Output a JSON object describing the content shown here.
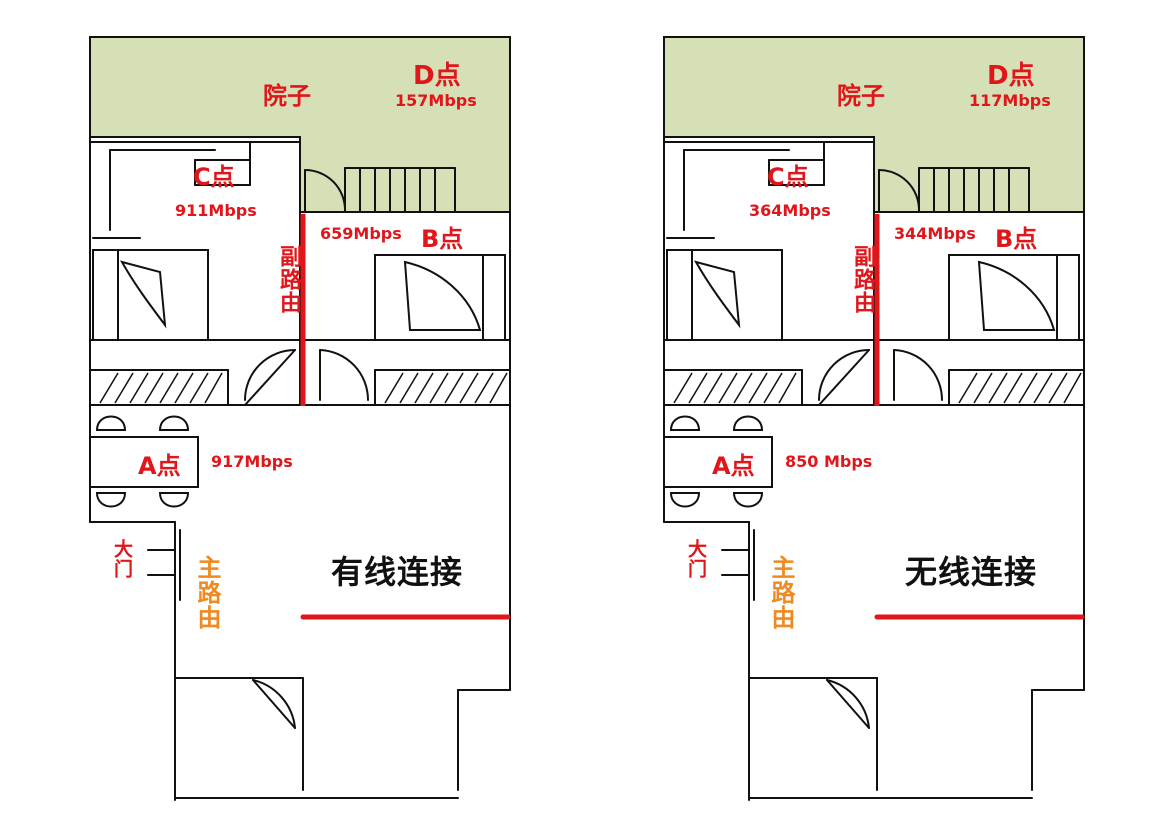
{
  "plans": [
    {
      "yard": "院子",
      "point_d": "D点",
      "speed_d": "157Mbps",
      "point_c": "C点",
      "speed_c": "911Mbps",
      "point_b": "B点",
      "speed_b": "659Mbps",
      "point_a": "A点",
      "speed_a": "917Mbps",
      "sub_router": "副路由",
      "main_router": "主路由",
      "gate": "大门",
      "title": "有线连接"
    },
    {
      "yard": "院子",
      "point_d": "D点",
      "speed_d": "117Mbps",
      "point_c": "C点",
      "speed_c": "364Mbps",
      "point_b": "B点",
      "speed_b": "344Mbps",
      "point_a": "A点",
      "speed_a": "850 Mbps",
      "sub_router": "副路由",
      "main_router": "主路由",
      "gate": "大门",
      "title": "无线连接"
    }
  ],
  "colors": {
    "yard_fill": "#d5e0b6",
    "label_red": "#e0161b",
    "router_orange": "#ef8a20",
    "wall_line": "#111111"
  },
  "icons": [
    "bed-icon",
    "door-swing-icon",
    "stair-icon",
    "chair-icon"
  ]
}
